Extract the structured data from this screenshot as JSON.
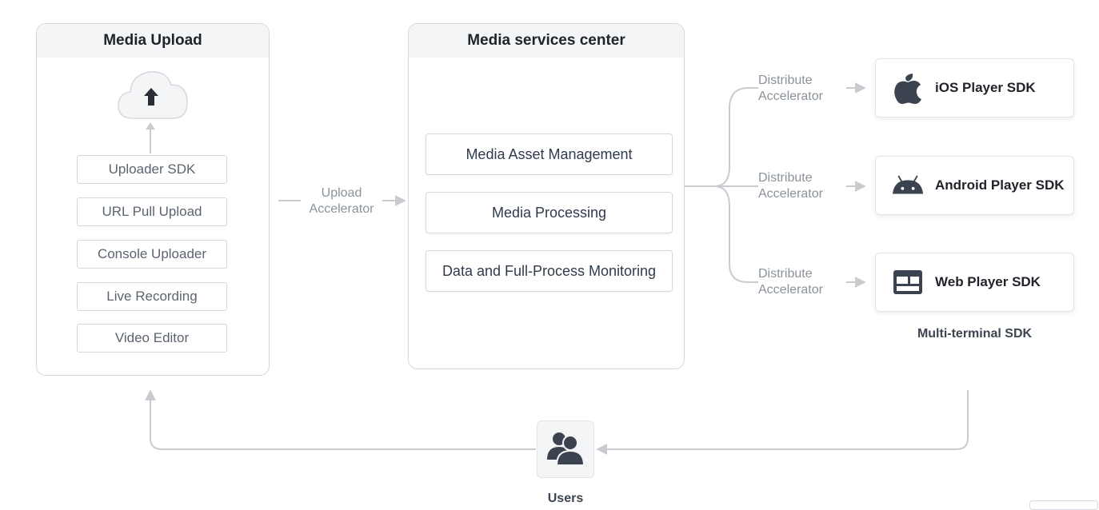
{
  "media_upload": {
    "title": "Media Upload",
    "methods": [
      "Uploader SDK",
      "URL Pull Upload",
      "Console Uploader",
      "Live Recording",
      "Video Editor"
    ]
  },
  "upload_accelerator": {
    "line1": "Upload",
    "line2": "Accelerator"
  },
  "media_services_center": {
    "title": "Media services center",
    "services": [
      "Media Asset Management",
      "Media Processing",
      "Data and Full-Process Monitoring"
    ]
  },
  "distribute_accelerator": {
    "line1": "Distribute",
    "line2": "Accelerator"
  },
  "sdks": [
    {
      "label": "iOS Player SDK",
      "icon": "apple-icon"
    },
    {
      "label": "Android Player SDK",
      "icon": "android-icon"
    },
    {
      "label": "Web Player SDK",
      "icon": "browser-window-icon"
    }
  ],
  "multi_terminal_caption": "Multi-terminal SDK",
  "users": {
    "label": "Users",
    "icon": "users-icon"
  },
  "colors": {
    "connector": "#c8ccd1",
    "panel_border": "#d5d9de",
    "header_bg": "#f4f5f7",
    "icon_dark": "#3b4350"
  }
}
